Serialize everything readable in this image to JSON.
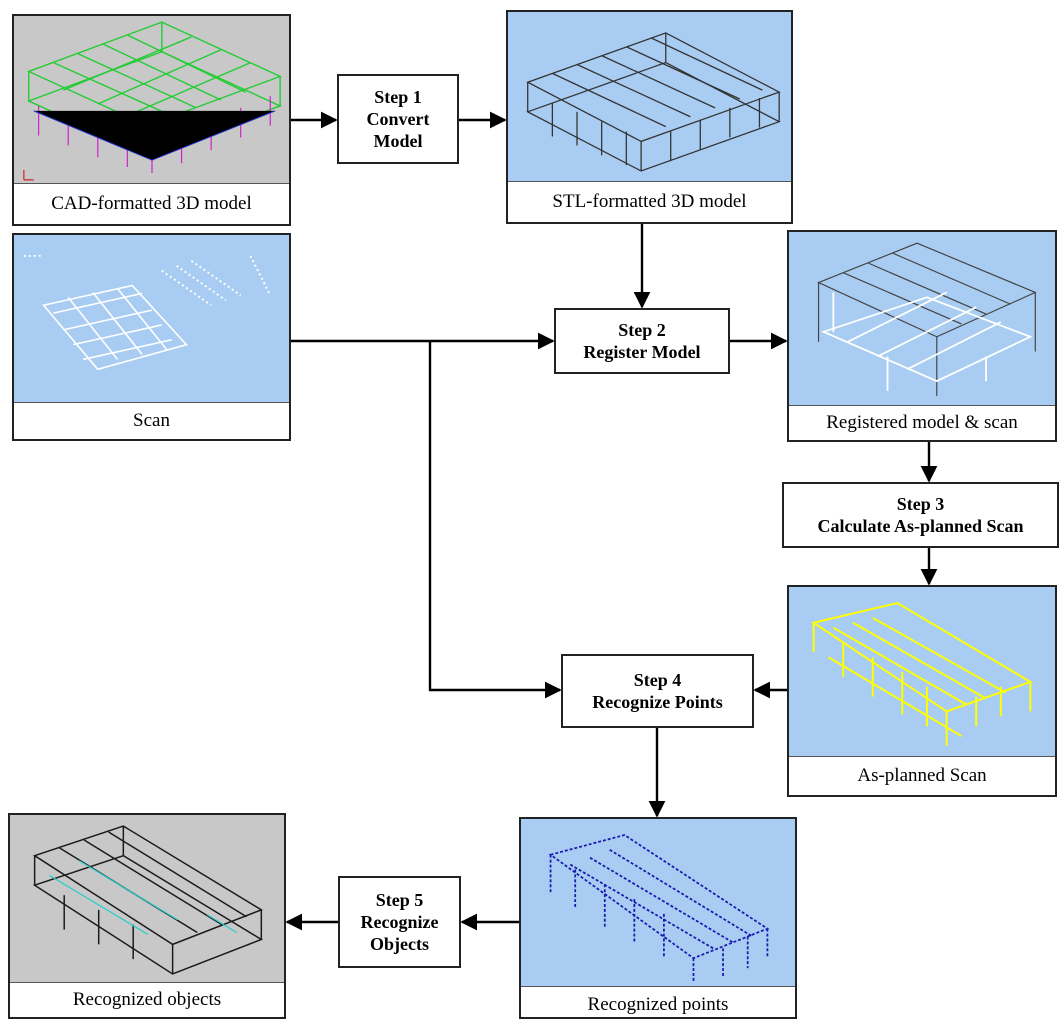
{
  "panels": {
    "cad_model": "CAD-formatted 3D model",
    "stl_model": "STL-formatted 3D model",
    "scan": "Scan",
    "registered": "Registered model & scan",
    "as_planned": "As-planned Scan",
    "recognized_points": "Recognized points",
    "recognized_objects": "Recognized objects"
  },
  "steps": {
    "step1": {
      "number": "Step 1",
      "line1": "Convert",
      "line2": "Model"
    },
    "step2": {
      "number": "Step 2",
      "line1": "Register Model"
    },
    "step3": {
      "number": "Step 3",
      "line1": "Calculate As-planned Scan"
    },
    "step4": {
      "number": "Step 4",
      "line1": "Recognize Points"
    },
    "step5": {
      "number": "Step 5",
      "line1": "Recognize",
      "line2": "Objects"
    }
  },
  "colors": {
    "gray_background": "#c8c8c8",
    "blue_background": "#a9cdf2",
    "cad_wireframe": "#22cc33",
    "stl_wireframe": "#333333",
    "scan_points": "#ffffff",
    "as_planned_points": "#ffff00",
    "recognized_points": "#1a1ab0",
    "recognized_objects": "#1a1a1a"
  }
}
